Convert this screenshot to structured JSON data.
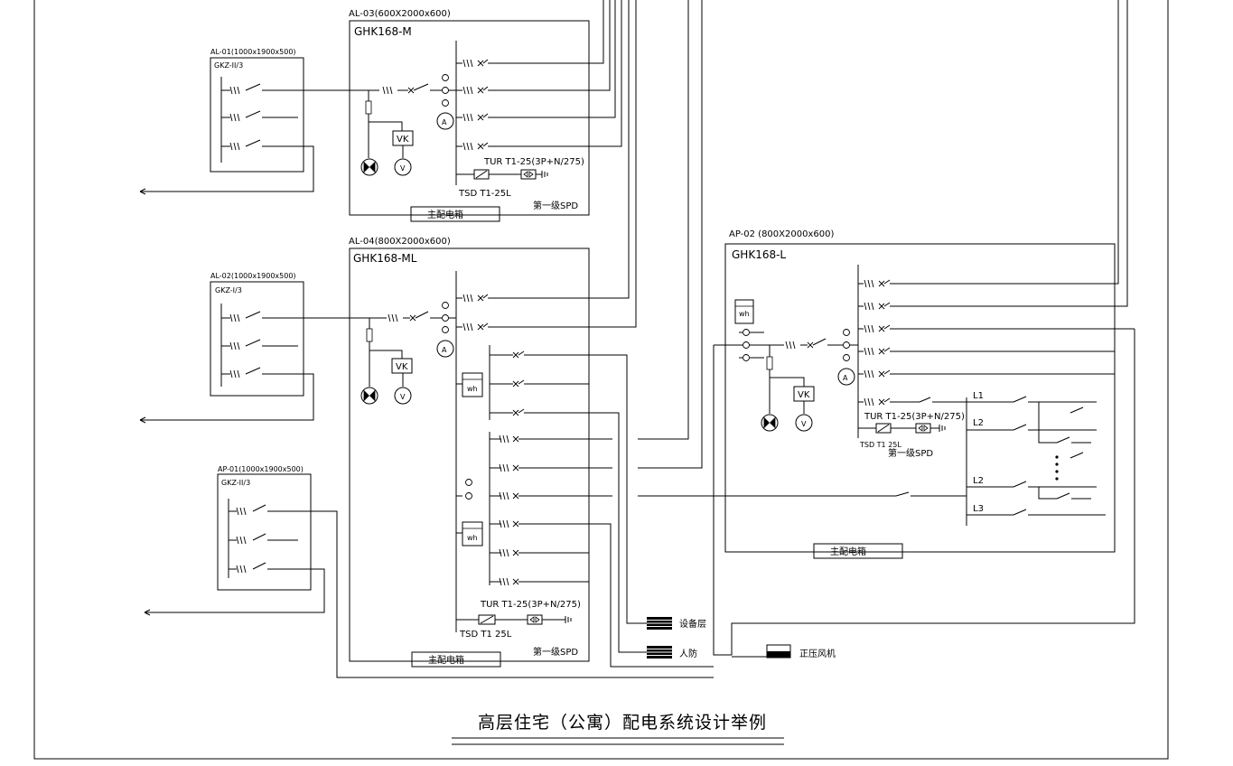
{
  "diagram": {
    "title": "高层住宅（公寓）配电系统设计举例",
    "panels": {
      "al01": {
        "spec": "AL-01(1000x1900x500)",
        "model": "GKZ-II/3"
      },
      "al02": {
        "spec": "AL-02(1000x1900x500)",
        "model": "GKZ-I/3"
      },
      "ap01": {
        "spec": "AP-01(1000x1900x500)",
        "model": "GKZ-II/3"
      },
      "al03": {
        "spec": "AL-03(600X2000x600)",
        "model": "GHK168-M",
        "box": "主配电箱",
        "spd_tur": "TUR T1-25(3P+N/275)",
        "spd_tsd": "TSD T1-25L",
        "spd_label": "第一级SPD"
      },
      "al04": {
        "spec": "AL-04(800X2000x600)",
        "model": "GHK168-ML",
        "box": "主配电箱",
        "spd_tur": "TUR T1-25(3P+N/275)",
        "spd_tsd": "TSD T1 25L",
        "spd_label": "第一级SPD"
      },
      "ap02": {
        "spec": "AP-02 (800X2000x600)",
        "model": "GHK168-L",
        "box": "主配电箱",
        "spd_tur": "TUR T1-25(3P+N/275)",
        "spd_tsd": "TSD T1 25L",
        "spd_label": "第一级SPD"
      }
    },
    "symbols": {
      "ammeter": "A",
      "voltmeter": "V",
      "switch": "VK",
      "meter": "wh"
    },
    "lines": [
      "L1",
      "L2",
      "L2",
      "L3"
    ],
    "loads": {
      "equipment_floor": "设备层",
      "civil_defense": "人防",
      "fan": "正压风机"
    }
  }
}
